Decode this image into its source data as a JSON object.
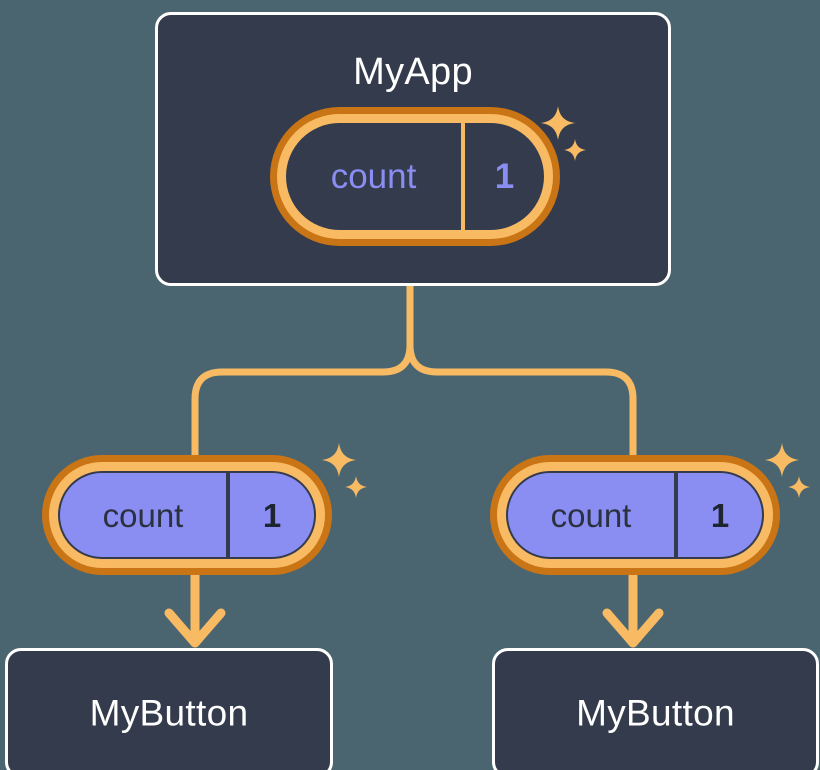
{
  "diagram": {
    "title": "react-state-propagation-tree",
    "background_color": "#4b6570",
    "palette": {
      "card_bg": "#343b4c",
      "card_border": "#ffffff",
      "ring_outer": "#c97415",
      "ring_inner": "#f8bb63",
      "accent_purple": "#8a8ef2",
      "wire": "#f8bb63",
      "dark_text": "#2b313f"
    }
  },
  "nodes": {
    "root": {
      "label": "MyApp",
      "state": {
        "key": "count",
        "value": "1"
      },
      "sparkle": true
    },
    "children": [
      {
        "state": {
          "key": "count",
          "value": "1"
        },
        "sparkle": true,
        "target": {
          "label": "MyButton"
        }
      },
      {
        "state": {
          "key": "count",
          "value": "1"
        },
        "sparkle": true,
        "target": {
          "label": "MyButton"
        }
      }
    ]
  },
  "icons": {
    "sparkle_large": "sparkle-four-point-icon",
    "sparkle_small": "sparkle-four-point-small-icon",
    "arrow": "arrow-down-icon"
  }
}
